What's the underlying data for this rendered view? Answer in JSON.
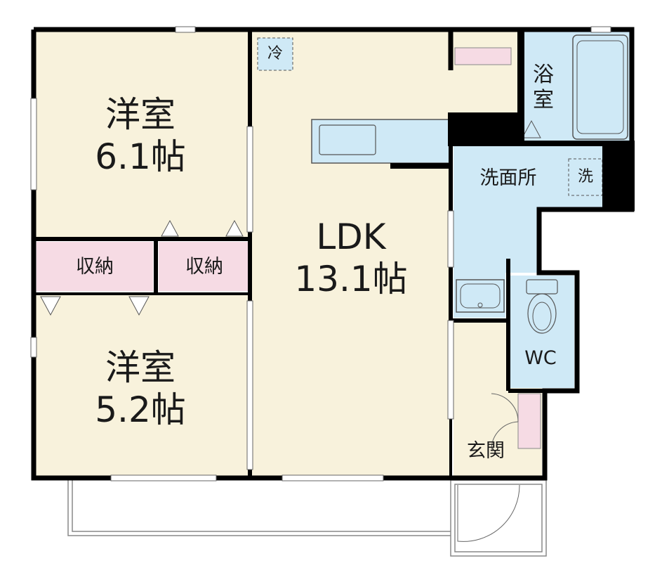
{
  "colors": {
    "floor": "#f8f2dc",
    "wet_area": "#cfe9f6",
    "storage": "#f6dbe4",
    "wall": "#000000",
    "fixture_line": "#555555"
  },
  "rooms": {
    "western_room_1": {
      "name": "洋室",
      "size": "6.1帖"
    },
    "western_room_2": {
      "name": "洋室",
      "size": "5.2帖"
    },
    "storage_left": {
      "name": "収納"
    },
    "storage_right": {
      "name": "収納"
    },
    "ldk": {
      "name": "LDK",
      "size": "13.1帖"
    },
    "bathroom": {
      "line1": "浴",
      "line2": "室"
    },
    "washroom": {
      "name": "洗面所"
    },
    "washer_space": {
      "name": "洗"
    },
    "fridge_space": {
      "name": "冷"
    },
    "toilet": {
      "name": "WC"
    },
    "entrance": {
      "name": "玄関"
    }
  }
}
